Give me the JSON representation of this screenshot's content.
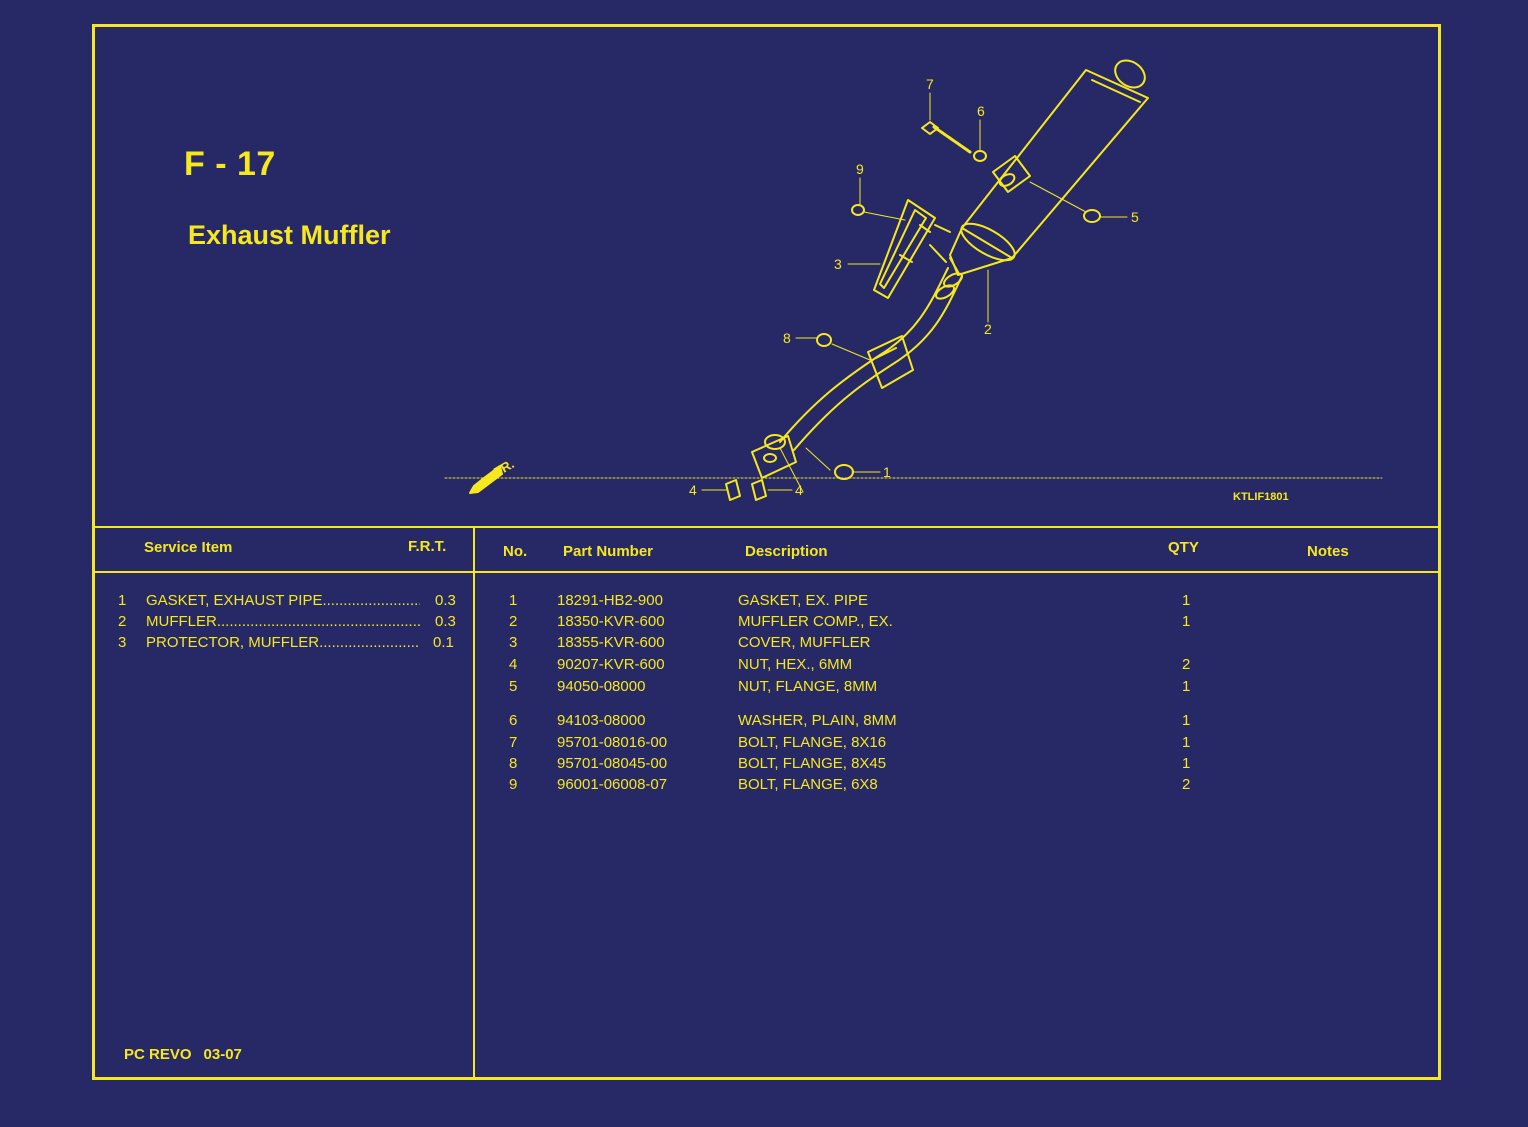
{
  "header": {
    "ref_code": "F - 17",
    "title": "Exhaust Muffler"
  },
  "diagram": {
    "illustration_code": "KTLIF1801",
    "front_arrow_label": "FR.",
    "callouts": [
      "1",
      "2",
      "3",
      "4",
      "4",
      "5",
      "6",
      "7",
      "8",
      "9"
    ]
  },
  "service_table": {
    "headers": {
      "item": "Service Item",
      "frt": "F.R.T."
    },
    "rows": [
      {
        "no": "1",
        "desc": "GASKET, EXHAUST PIPE",
        "frt": "0.3"
      },
      {
        "no": "2",
        "desc": "MUFFLER",
        "frt": "0.3"
      },
      {
        "no": "3",
        "desc": "PROTECTOR, MUFFLER",
        "frt": "0.1"
      }
    ]
  },
  "parts_table": {
    "headers": {
      "no": "No.",
      "part_number": "Part Number",
      "description": "Description",
      "qty": "QTY",
      "notes": "Notes"
    },
    "rows": [
      {
        "no": "1",
        "part_number": "18291-HB2-900",
        "description": "GASKET, EX. PIPE",
        "qty": "1"
      },
      {
        "no": "2",
        "part_number": "18350-KVR-600",
        "description": "MUFFLER COMP., EX.",
        "qty": "1"
      },
      {
        "no": "3",
        "part_number": "18355-KVR-600",
        "description": "COVER, MUFFLER",
        "qty": ""
      },
      {
        "no": "4",
        "part_number": "90207-KVR-600",
        "description": "NUT, HEX., 6MM",
        "qty": "2"
      },
      {
        "no": "5",
        "part_number": "94050-08000",
        "description": "NUT, FLANGE, 8MM",
        "qty": "1"
      },
      {
        "no": "6",
        "part_number": "94103-08000",
        "description": "WASHER, PLAIN, 8MM",
        "qty": "1"
      },
      {
        "no": "7",
        "part_number": "95701-08016-00",
        "description": "BOLT, FLANGE, 8X16",
        "qty": "1"
      },
      {
        "no": "8",
        "part_number": "95701-08045-00",
        "description": "BOLT, FLANGE, 8X45",
        "qty": "1"
      },
      {
        "no": "9",
        "part_number": "96001-06008-07",
        "description": "BOLT, FLANGE, 6X8",
        "qty": "2"
      }
    ]
  },
  "footer": {
    "model": "PC REVO",
    "date": "03-07"
  },
  "colors": {
    "background": "#272966",
    "line": "#f6e81e"
  }
}
